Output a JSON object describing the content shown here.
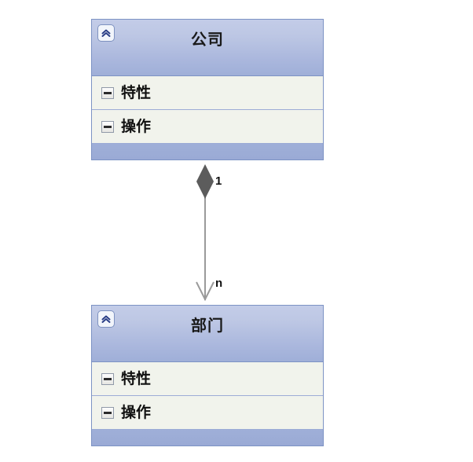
{
  "diagram": {
    "type": "uml-class-diagram",
    "relationship": "composition",
    "classes": [
      {
        "id": "company",
        "name": "公司",
        "collapse_icon": "double-chevron-up-icon",
        "compartments": [
          {
            "label": "特性",
            "icon": "minus-box-icon"
          },
          {
            "label": "操作",
            "icon": "minus-box-icon"
          }
        ]
      },
      {
        "id": "department",
        "name": "部门",
        "collapse_icon": "double-chevron-up-icon",
        "compartments": [
          {
            "label": "特性",
            "icon": "minus-box-icon"
          },
          {
            "label": "操作",
            "icon": "minus-box-icon"
          }
        ]
      }
    ],
    "connector": {
      "source_decoration": "filled-diamond",
      "target_decoration": "open-arrow",
      "source_multiplicity": "1",
      "target_multiplicity": "n",
      "line_color": "#9a9a9a",
      "diamond_color": "#5c5c5c"
    },
    "colors": {
      "header_gradient_top": "#c3cce8",
      "header_gradient_bottom": "#9fafd8",
      "border": "#7d93c4",
      "compartment_background": "#f1f3ec",
      "footer": "#9fafd8",
      "text": "#101010"
    }
  }
}
